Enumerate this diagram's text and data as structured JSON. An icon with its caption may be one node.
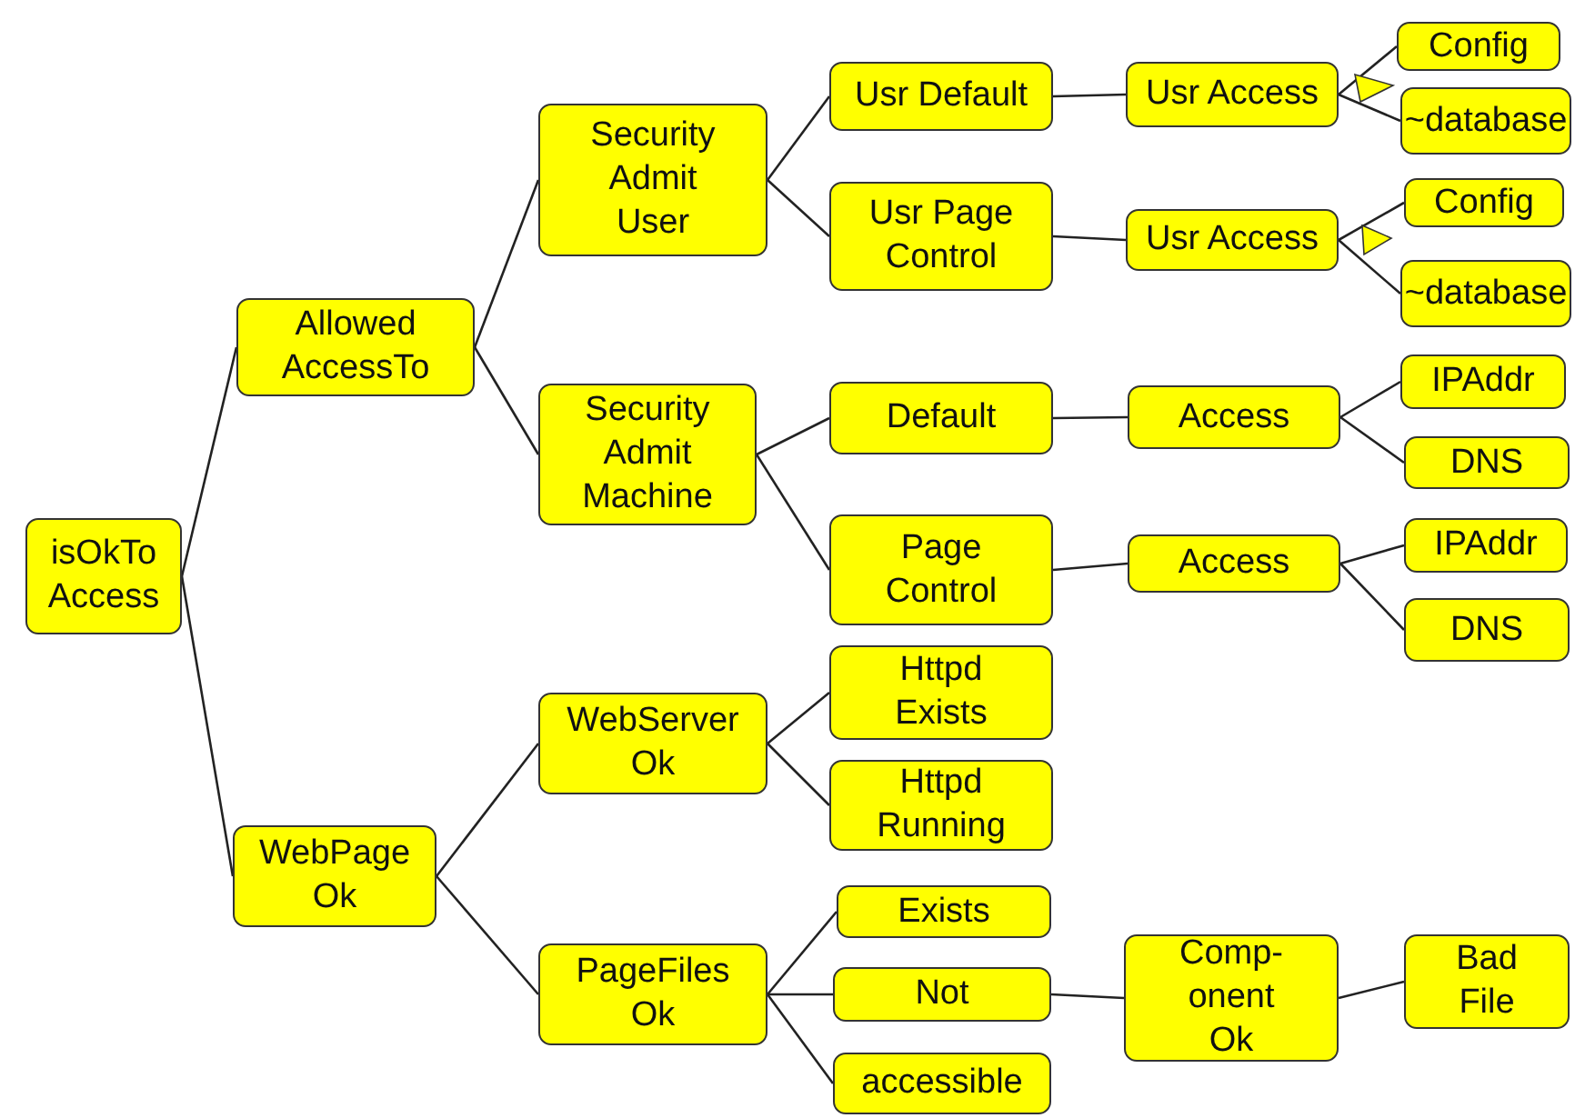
{
  "diagram": {
    "nodes": [
      {
        "text": [
          "isOkTo Access"
        ]
      },
      {
        "text": [
          "Allowed AccessTo"
        ]
      },
      {
        "text": [
          "WebPage Ok"
        ]
      },
      {
        "text": [
          "Security Admit User"
        ]
      },
      {
        "text": [
          "Security Admit Machine"
        ]
      },
      {
        "text": [
          "WebServer Ok"
        ]
      },
      {
        "text": [
          "PageFiles Ok"
        ]
      },
      {
        "text": [
          "Usr Default"
        ]
      },
      {
        "text": [
          "Usr Page Control"
        ]
      },
      {
        "text": [
          "Default"
        ]
      },
      {
        "text": [
          "Page Control"
        ]
      },
      {
        "text": [
          "Httpd Exists"
        ]
      },
      {
        "text": [
          "Httpd Running"
        ]
      },
      {
        "text": [
          "Exists"
        ]
      },
      {
        "text": [
          "Not"
        ]
      },
      {
        "text": [
          "accessible"
        ]
      },
      {
        "text": [
          "Usr Access"
        ]
      },
      {
        "text": [
          "Usr Access"
        ]
      },
      {
        "text": [
          "Access"
        ]
      },
      {
        "text": [
          "Access"
        ]
      },
      {
        "text": [
          "Comp- onent Ok"
        ]
      },
      {
        "text": [
          "Config"
        ]
      },
      {
        "text": [
          "~database"
        ]
      },
      {
        "text": [
          "Config"
        ]
      },
      {
        "text": [
          "~database"
        ]
      },
      {
        "text": [
          "IPAddr"
        ]
      },
      {
        "text": [
          "DNS"
        ]
      },
      {
        "text": [
          "IPAddr"
        ]
      },
      {
        "text": [
          "DNS"
        ]
      },
      {
        "text": [
          "Bad File"
        ]
      }
    ],
    "edges": [
      {
        "from": 0,
        "to": 1,
        "arrow": "none"
      },
      {
        "from": 0,
        "to": 2,
        "arrow": "none"
      },
      {
        "from": 1,
        "to": 3,
        "arrow": "none"
      },
      {
        "from": 1,
        "to": 4,
        "arrow": "none"
      },
      {
        "from": 2,
        "to": 5,
        "arrow": "none"
      },
      {
        "from": 2,
        "to": 6,
        "arrow": "none"
      },
      {
        "from": 3,
        "to": 7,
        "arrow": "none"
      },
      {
        "from": 3,
        "to": 8,
        "arrow": "none"
      },
      {
        "from": 4,
        "to": 9,
        "arrow": "none"
      },
      {
        "from": 4,
        "to": 10,
        "arrow": "none"
      },
      {
        "from": 5,
        "to": 11,
        "arrow": "none"
      },
      {
        "from": 5,
        "to": 12,
        "arrow": "none"
      },
      {
        "from": 6,
        "to": 13,
        "arrow": "none"
      },
      {
        "from": 6,
        "to": 14,
        "arrow": "none"
      },
      {
        "from": 6,
        "to": 15,
        "arrow": "none"
      },
      {
        "from": 7,
        "to": 16,
        "arrow": "none"
      },
      {
        "from": 8,
        "to": 17,
        "arrow": "none"
      },
      {
        "from": 9,
        "to": 18,
        "arrow": "none"
      },
      {
        "from": 10,
        "to": 19,
        "arrow": "none"
      },
      {
        "from": 14,
        "to": 20,
        "arrow": "none"
      },
      {
        "from": 16,
        "to": 21,
        "arrow": "none"
      },
      {
        "from": 16,
        "to": 22,
        "arrow": "none"
      },
      {
        "from": 17,
        "to": 23,
        "arrow": "none"
      },
      {
        "from": 17,
        "to": 24,
        "arrow": "none"
      },
      {
        "from": 18,
        "to": 25,
        "arrow": "none"
      },
      {
        "from": 18,
        "to": 26,
        "arrow": "none"
      },
      {
        "from": 19,
        "to": 27,
        "arrow": "none"
      },
      {
        "from": 19,
        "to": 28,
        "arrow": "none"
      },
      {
        "from": 20,
        "to": 29,
        "arrow": "none"
      }
    ]
  }
}
